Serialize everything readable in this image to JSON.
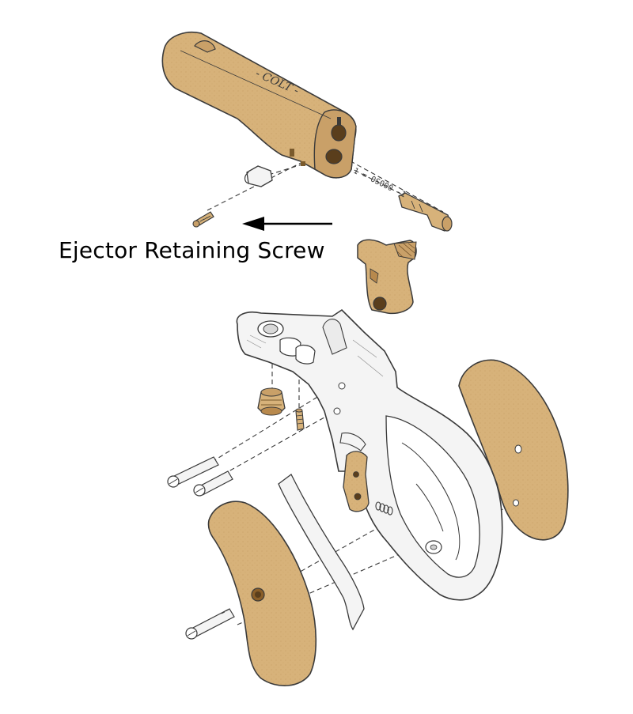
{
  "colors": {
    "part_fill": "#d7b27a",
    "part_fill_light": "#e3c393",
    "part_fill_dark": "#b8894d",
    "frame_fill": "#f4f4f4",
    "line": "#3a3a3a",
    "background": "#ffffff"
  },
  "callout": {
    "label": "Ejector Retaining Screw",
    "arrow_direction": "left"
  },
  "barrel": {
    "stamp_text": "- COLT -",
    "serial_text": "1 = 0S000 -1"
  },
  "icons": {
    "callout_arrow": "arrow-left-icon"
  }
}
